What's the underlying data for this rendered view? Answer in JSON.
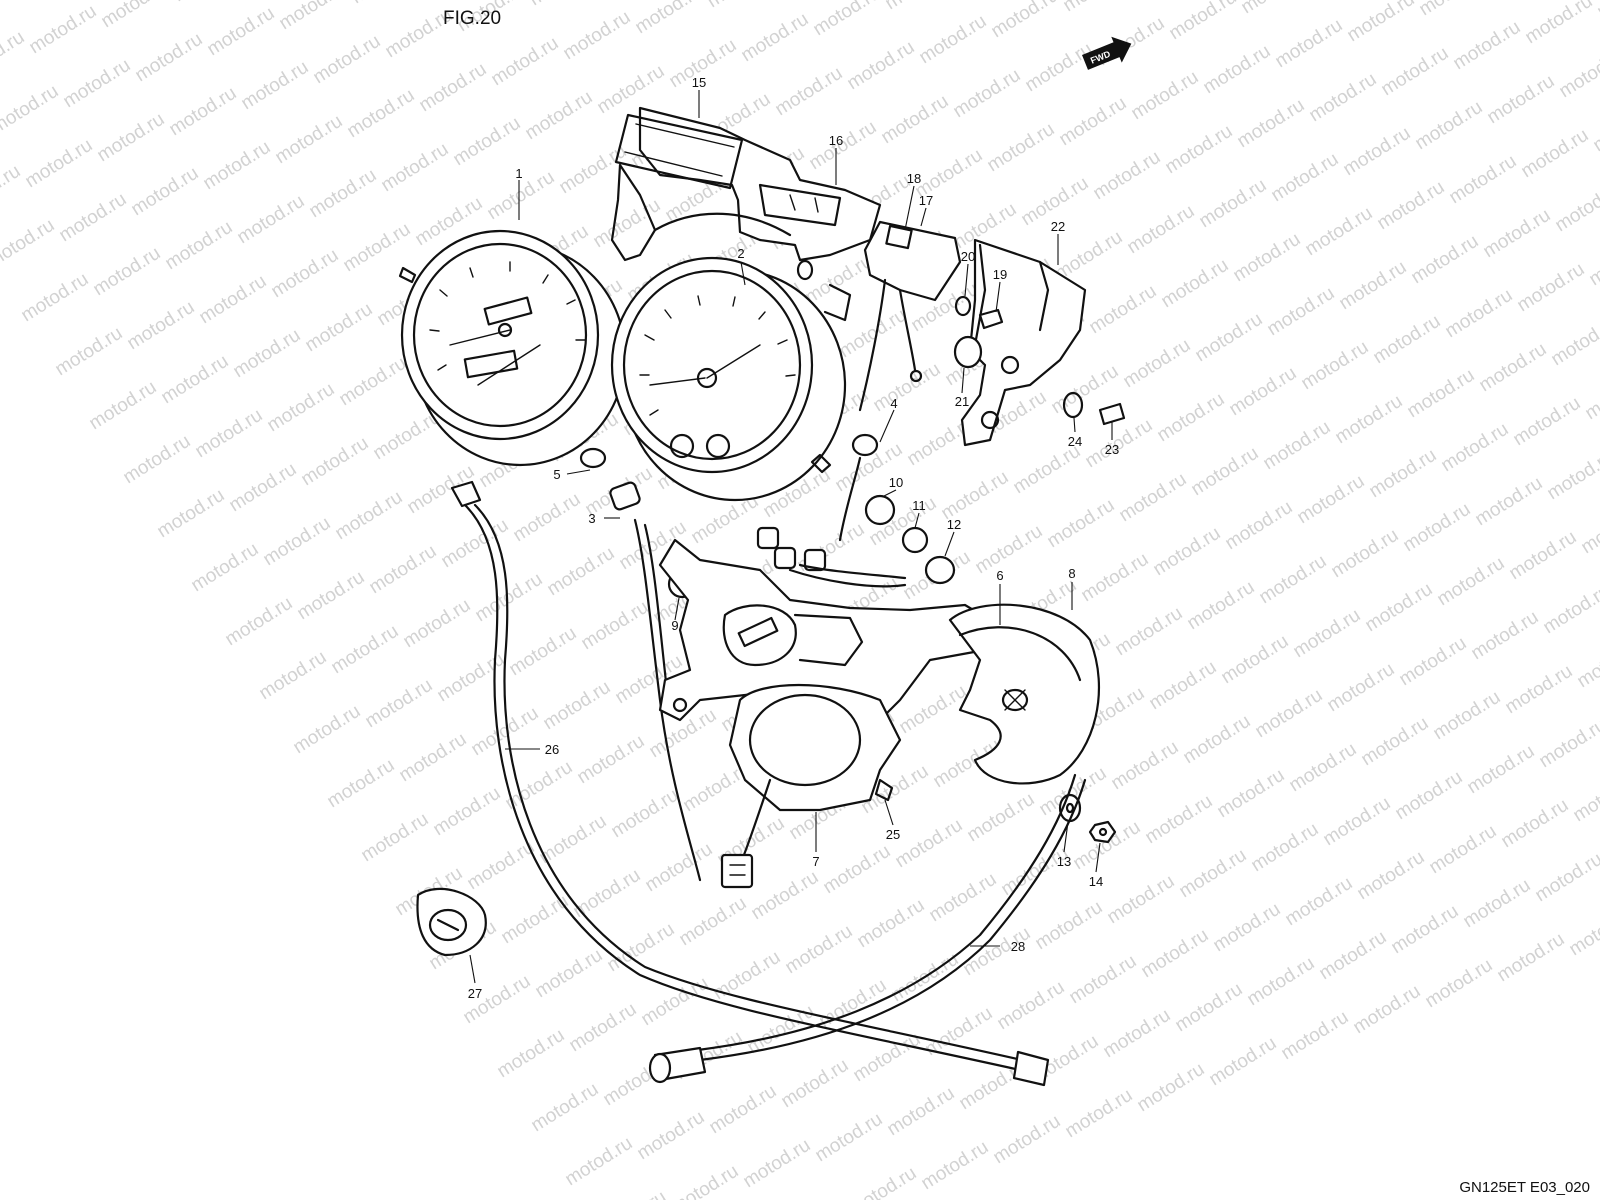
{
  "figure": {
    "title": "FIG.20",
    "reference_code": "GN125ET E03_020",
    "direction_badge": "FWD",
    "watermark_text": "motod.ru"
  },
  "callouts": [
    "1",
    "2",
    "3",
    "4",
    "5",
    "6",
    "7",
    "8",
    "9",
    "10",
    "11",
    "12",
    "13",
    "14",
    "15",
    "16",
    "17",
    "18",
    "19",
    "20",
    "21",
    "22",
    "23",
    "24",
    "25",
    "26",
    "27",
    "28"
  ],
  "colors": {
    "line": "#111111",
    "background": "#ffffff",
    "watermark": "#d2d2d2"
  },
  "icons": {
    "direction_arrow": "fwd-arrow-icon"
  }
}
